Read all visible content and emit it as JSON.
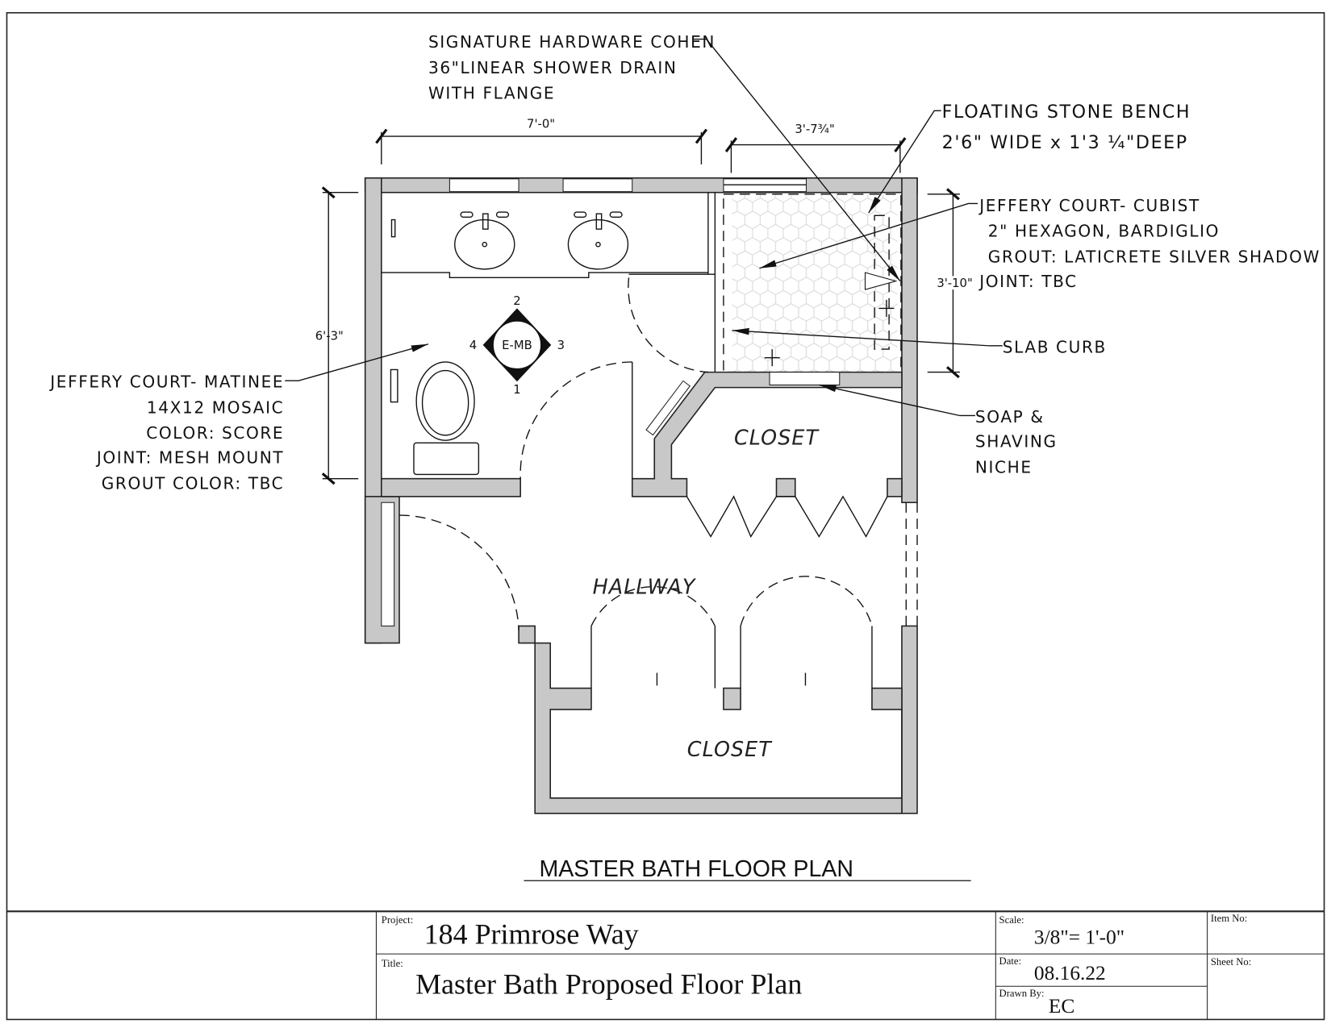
{
  "drawing": {
    "title": "MASTER BATH  FLOOR PLAN",
    "rooms": {
      "closet_upper": "CLOSET",
      "hallway": "HALLWAY",
      "closet_lower": "CLOSET"
    },
    "elevation_tag": {
      "label": "E-MB",
      "n1": "1",
      "n2": "2",
      "n3": "3",
      "n4": "4"
    },
    "dimensions": {
      "bath_width": "7'-0\"",
      "shower_width": "3'-7¾\"",
      "bath_depth": "6'-3\"",
      "shower_depth": "3'-10\""
    },
    "annotations": {
      "drain": [
        "SIGNATURE HARDWARE COHEN",
        "36\"LINEAR SHOWER DRAIN",
        "WITH FLANGE"
      ],
      "bench": [
        "FLOATING STONE BENCH",
        "2'6\" WIDE x 1'3 ¼\"DEEP"
      ],
      "shower_tile": [
        "JEFFERY COURT- CUBIST",
        "2\" HEXAGON, BARDIGLIO",
        "GROUT: LATICRETE SILVER SHADOW",
        "JOINT: TBC"
      ],
      "curb": "SLAB CURB",
      "niche": [
        "SOAP &",
        "SHAVING",
        "NICHE"
      ],
      "floor_tile": [
        "JEFFERY COURT- MATINEE",
        "14X12 MOSAIC",
        "COLOR: SCORE",
        "JOINT: MESH MOUNT",
        "GROUT COLOR: TBC"
      ]
    }
  },
  "title_block": {
    "project_label": "Project:",
    "project": "184 Primrose Way",
    "title_label": "Title:",
    "title": "Master Bath Proposed  Floor Plan",
    "scale_label": "Scale:",
    "scale": "3/8\"= 1'-0\"",
    "date_label": "Date:",
    "date": "08.16.22",
    "drawn_by_label": "Drawn By:",
    "drawn_by": "EC",
    "item_no_label": "Item No:",
    "sheet_no_label": "Sheet No:"
  },
  "colors": {
    "wall": "#c8c8c8",
    "line": "#111111"
  }
}
